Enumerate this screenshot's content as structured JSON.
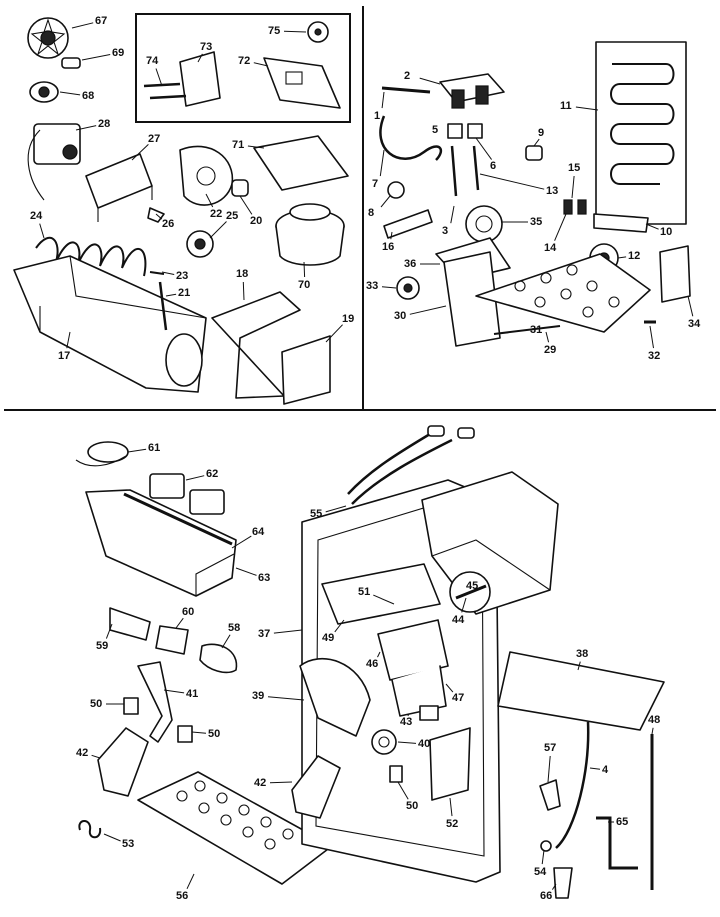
{
  "callouts": [
    "67",
    "69",
    "68",
    "74",
    "73",
    "75",
    "72",
    "28",
    "27",
    "71",
    "22",
    "20",
    "25",
    "24",
    "26",
    "23",
    "21",
    "18",
    "19",
    "70",
    "17",
    "2",
    "11",
    "1",
    "5",
    "9",
    "6",
    "7",
    "15",
    "13",
    "8",
    "35",
    "14",
    "10",
    "3",
    "12",
    "16",
    "36",
    "33",
    "30",
    "31",
    "29",
    "34",
    "32",
    "61",
    "62",
    "55",
    "64",
    "63",
    "45",
    "51",
    "44",
    "60",
    "58",
    "59",
    "37",
    "49",
    "46",
    "47",
    "38",
    "41",
    "50",
    "50",
    "43",
    "39",
    "40",
    "42",
    "48",
    "57",
    "4",
    "42",
    "50",
    "52",
    "65",
    "53",
    "56",
    "54",
    "66"
  ]
}
